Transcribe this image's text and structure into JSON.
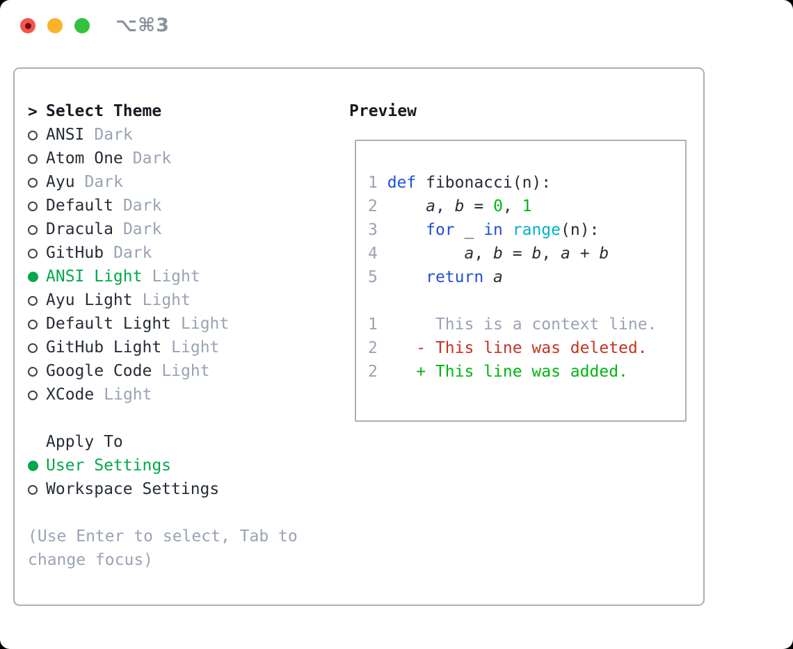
{
  "window": {
    "shortcut": "⌥⌘3",
    "traffic_lights": [
      "close",
      "minimize",
      "zoom"
    ]
  },
  "theme_picker": {
    "title_prefix": ">",
    "title": "Select Theme",
    "items": [
      {
        "name": "ANSI",
        "variant": "Dark",
        "selected": false
      },
      {
        "name": "Atom One",
        "variant": "Dark",
        "selected": false
      },
      {
        "name": "Ayu",
        "variant": "Dark",
        "selected": false
      },
      {
        "name": "Default",
        "variant": "Dark",
        "selected": false
      },
      {
        "name": "Dracula",
        "variant": "Dark",
        "selected": false
      },
      {
        "name": "GitHub",
        "variant": "Dark",
        "selected": false
      },
      {
        "name": "ANSI Light",
        "variant": "Light",
        "selected": true
      },
      {
        "name": "Ayu Light",
        "variant": "Light",
        "selected": false
      },
      {
        "name": "Default Light",
        "variant": "Light",
        "selected": false
      },
      {
        "name": "GitHub Light",
        "variant": "Light",
        "selected": false
      },
      {
        "name": "Google Code",
        "variant": "Light",
        "selected": false
      },
      {
        "name": "XCode",
        "variant": "Light",
        "selected": false
      }
    ]
  },
  "apply_to": {
    "title": "Apply To",
    "options": [
      {
        "label": "User Settings",
        "selected": true
      },
      {
        "label": "Workspace Settings",
        "selected": false
      }
    ]
  },
  "help_text": [
    "(Use Enter to select, Tab to",
    "change focus)"
  ],
  "preview": {
    "title": "Preview",
    "code_lines": [
      {
        "num": "1",
        "tokens": [
          {
            "text": "def",
            "style": "kw"
          },
          {
            "text": " fibonacci(n):",
            "style": "fg"
          }
        ]
      },
      {
        "num": "2",
        "tokens": [
          {
            "text": "    ",
            "style": "fg"
          },
          {
            "text": "a",
            "style": "var"
          },
          {
            "text": ", ",
            "style": "fg"
          },
          {
            "text": "b",
            "style": "var"
          },
          {
            "text": " = ",
            "style": "fg"
          },
          {
            "text": "0",
            "style": "num"
          },
          {
            "text": ", ",
            "style": "fg"
          },
          {
            "text": "1",
            "style": "num"
          }
        ]
      },
      {
        "num": "3",
        "tokens": [
          {
            "text": "    ",
            "style": "fg"
          },
          {
            "text": "for",
            "style": "kw"
          },
          {
            "text": " _ ",
            "style": "fg"
          },
          {
            "text": "in",
            "style": "kw"
          },
          {
            "text": " ",
            "style": "fg"
          },
          {
            "text": "range",
            "style": "fn"
          },
          {
            "text": "(n):",
            "style": "fg"
          }
        ]
      },
      {
        "num": "4",
        "tokens": [
          {
            "text": "        ",
            "style": "fg"
          },
          {
            "text": "a",
            "style": "var"
          },
          {
            "text": ", ",
            "style": "fg"
          },
          {
            "text": "b",
            "style": "var"
          },
          {
            "text": " = ",
            "style": "fg"
          },
          {
            "text": "b",
            "style": "var"
          },
          {
            "text": ", ",
            "style": "fg"
          },
          {
            "text": "a",
            "style": "var"
          },
          {
            "text": " + ",
            "style": "fg"
          },
          {
            "text": "b",
            "style": "var"
          }
        ]
      },
      {
        "num": "5",
        "tokens": [
          {
            "text": "    ",
            "style": "fg"
          },
          {
            "text": "return",
            "style": "kw"
          },
          {
            "text": " ",
            "style": "fg"
          },
          {
            "text": "a",
            "style": "var"
          }
        ]
      }
    ],
    "diff_lines": [
      {
        "num": "1",
        "prefix": "  ",
        "text": "This is a context line.",
        "type": "context"
      },
      {
        "num": "2",
        "prefix": "- ",
        "text": "This line was deleted.",
        "type": "deleted"
      },
      {
        "num": "2",
        "prefix": "+ ",
        "text": "This line was added.",
        "type": "added"
      }
    ]
  },
  "colors": {
    "text": "#272d36",
    "heading": "#171b22",
    "muted": "#9aa3b3",
    "selection_green": "#00a84b",
    "keyword_blue": "#1f4fd8",
    "number_green": "#00b50f",
    "function_cyan": "#00b2c7",
    "diff_red": "#c5331f",
    "diff_green": "#00b50f",
    "border_gray": "#a8b0ba",
    "traffic_red": "#f4544d",
    "traffic_yellow": "#f9b42c",
    "traffic_green": "#33c13f"
  }
}
